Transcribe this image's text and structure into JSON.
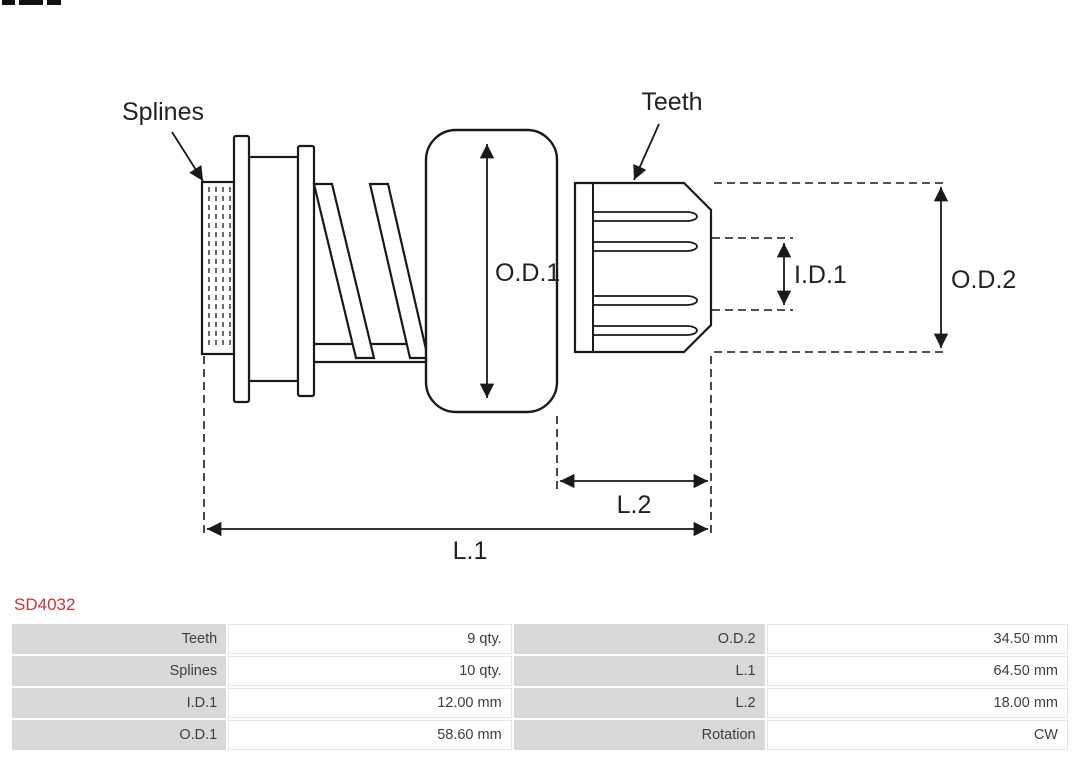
{
  "colors": {
    "accent-red": "#cc3333",
    "line": "#1a1a1a",
    "label-bg": "#d9d9d9",
    "value-border": "#e5e5e5",
    "text": "#3d3d3d"
  },
  "diagram": {
    "labels": {
      "splines": "Splines",
      "teeth": "Teeth",
      "od1": "O.D.1",
      "id1": "I.D.1",
      "od2": "O.D.2",
      "l1": "L.1",
      "l2": "L.2"
    }
  },
  "part": {
    "number": "SD4032"
  },
  "table": {
    "rows": [
      [
        "Teeth",
        "9 qty.",
        "O.D.2",
        "34.50 mm"
      ],
      [
        "Splines",
        "10 qty.",
        "L.1",
        "64.50 mm"
      ],
      [
        "I.D.1",
        "12.00 mm",
        "L.2",
        "18.00 mm"
      ],
      [
        "O.D.1",
        "58.60 mm",
        "Rotation",
        "CW"
      ]
    ]
  }
}
